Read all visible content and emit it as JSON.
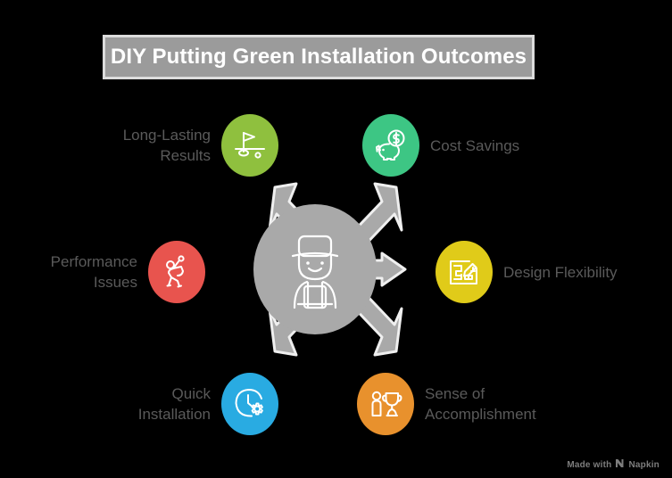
{
  "title": {
    "text": "DIY Putting Green Installation Outcomes",
    "bar_color": "#9b9b9b",
    "border_color": "#dcdcdc",
    "text_color": "#ffffff"
  },
  "background_color": "#000000",
  "hub": {
    "name": "central-worker-hub",
    "icon": "worker-person-icon",
    "color": "#a9a9a9",
    "arrow_color": "#a9a9a9",
    "arrow_count": 6
  },
  "nodes": [
    {
      "id": "long-lasting-results",
      "label": "Long-Lasting\nResults",
      "icon": "putting-green-flag-icon",
      "color": "#8fc03e",
      "side": "left",
      "position": "top-left"
    },
    {
      "id": "cost-savings",
      "label": "Cost Savings",
      "icon": "piggy-bank-dollar-icon",
      "color": "#3dc684",
      "side": "right",
      "position": "top-right"
    },
    {
      "id": "performance-issues",
      "label": "Performance\nIssues",
      "icon": "golfer-swing-icon",
      "color": "#e8544e",
      "side": "left",
      "position": "middle-left"
    },
    {
      "id": "design-flexibility",
      "label": "Design Flexibility",
      "icon": "blueprint-pencil-icon",
      "color": "#e0cb19",
      "side": "right",
      "position": "middle-right"
    },
    {
      "id": "quick-installation",
      "label": "Quick\nInstallation",
      "icon": "clock-gear-icon",
      "color": "#29abe2",
      "side": "left",
      "position": "bottom-left"
    },
    {
      "id": "sense-of-accomplishment",
      "label": "Sense of\nAccomplishment",
      "icon": "person-trophy-icon",
      "color": "#e8912d",
      "side": "right",
      "position": "bottom-right"
    }
  ],
  "label_color": "#5a5a5a",
  "watermark": {
    "prefix": "Made with",
    "brand": "Napkin",
    "logo": "napkin-logo-icon",
    "color": "#7d7d7d"
  }
}
